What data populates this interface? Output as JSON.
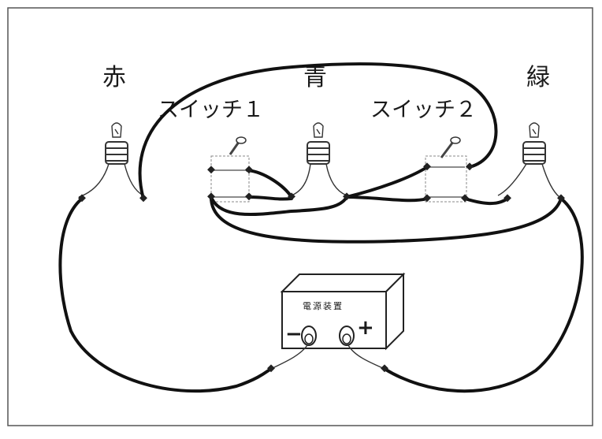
{
  "labels": {
    "red": "赤",
    "blue": "青",
    "green": "緑",
    "switch1": "スイッチ１",
    "switch2": "スイッチ２"
  },
  "power_supply": {
    "label": "電源装置",
    "minus": "−",
    "plus": "+"
  },
  "colors": {
    "wire": "#111111",
    "frame": "#555555",
    "background": "#ffffff"
  },
  "icons": [
    "bulb-icon",
    "knife-switch-icon",
    "terminal-node-icon",
    "power-supply-icon"
  ]
}
